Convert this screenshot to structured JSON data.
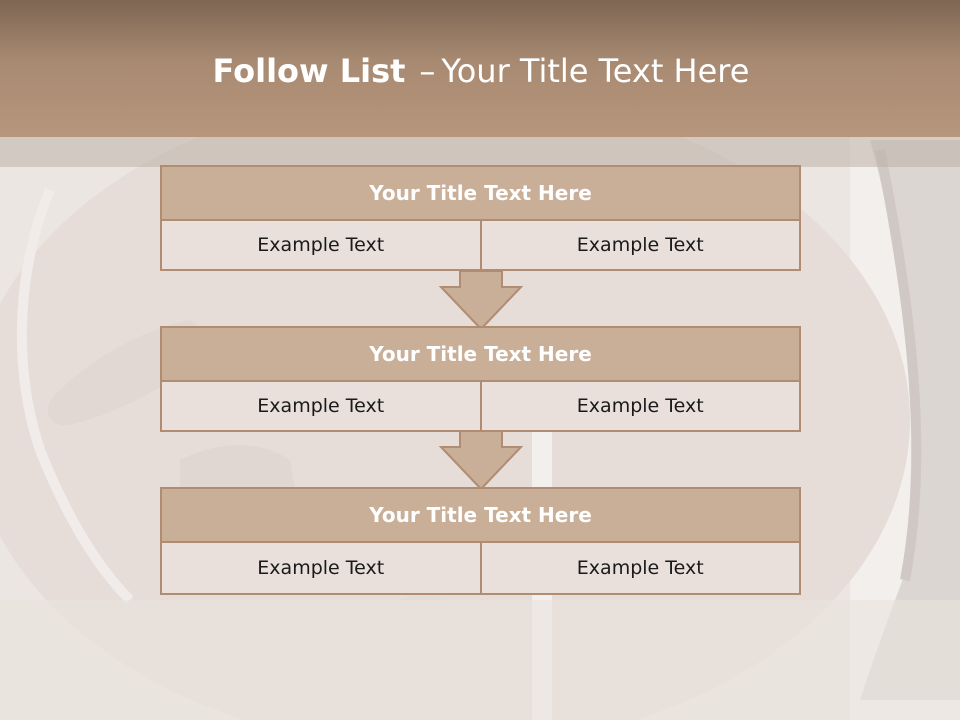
{
  "colors": {
    "title_bar": "#a88a72",
    "block_title_bg": "#c9ae98",
    "block_border": "#b08c72",
    "cell_bg": "#e9dfdb",
    "arrow_fill": "#c9ae98"
  },
  "header": {
    "title_bold": "Follow List",
    "separator": "–",
    "title_rest": "Your Title Text Here"
  },
  "steps": [
    {
      "title": "Your Title Text Here",
      "items": [
        "Example Text",
        "Example Text"
      ]
    },
    {
      "title": "Your Title Text Here",
      "items": [
        "Example Text",
        "Example Text"
      ]
    },
    {
      "title": "Your Title Text Here",
      "items": [
        "Example Text",
        "Example Text"
      ]
    }
  ],
  "icons": [
    "down-arrow-icon",
    "down-arrow-icon"
  ]
}
